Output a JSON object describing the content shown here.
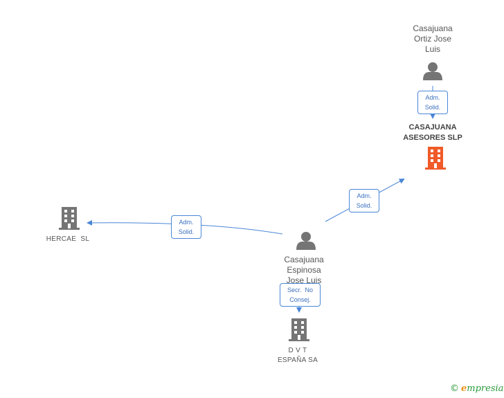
{
  "nodes": {
    "ortiz": {
      "label_lines": [
        "Casajuana",
        "Ortiz Jose",
        "Luis"
      ],
      "type": "person"
    },
    "asesores": {
      "label_lines": [
        "CASAJUANA",
        "ASESORES SLP"
      ],
      "type": "company-main"
    },
    "hercae": {
      "label_lines": [
        "HERCAE  SL"
      ],
      "type": "company"
    },
    "espinosa": {
      "label_lines": [
        "Casajuana",
        "Espinosa",
        "Jose Luis"
      ],
      "type": "person"
    },
    "dvt": {
      "label_lines": [
        "D V T",
        "ESPAÑA SA"
      ],
      "type": "company"
    }
  },
  "edges": [
    {
      "from": "ortiz",
      "to": "asesores",
      "label_lines": [
        "Adm.",
        "Solid."
      ]
    },
    {
      "from": "espinosa",
      "to": "asesores",
      "label_lines": [
        "Adm.",
        "Solid."
      ]
    },
    {
      "from": "espinosa",
      "to": "hercae",
      "label_lines": [
        "Adm.",
        "Solid."
      ]
    },
    {
      "from": "espinosa",
      "to": "dvt",
      "label_lines": [
        "Secr.  No",
        "Consej."
      ]
    }
  ],
  "colors": {
    "edge": "#4a86d8",
    "person": "#757575",
    "company": "#757575",
    "main_company": "#f05a28"
  },
  "footer": {
    "copyright_symbol": "©",
    "brand_first": "e",
    "brand_rest": "mpresia"
  }
}
